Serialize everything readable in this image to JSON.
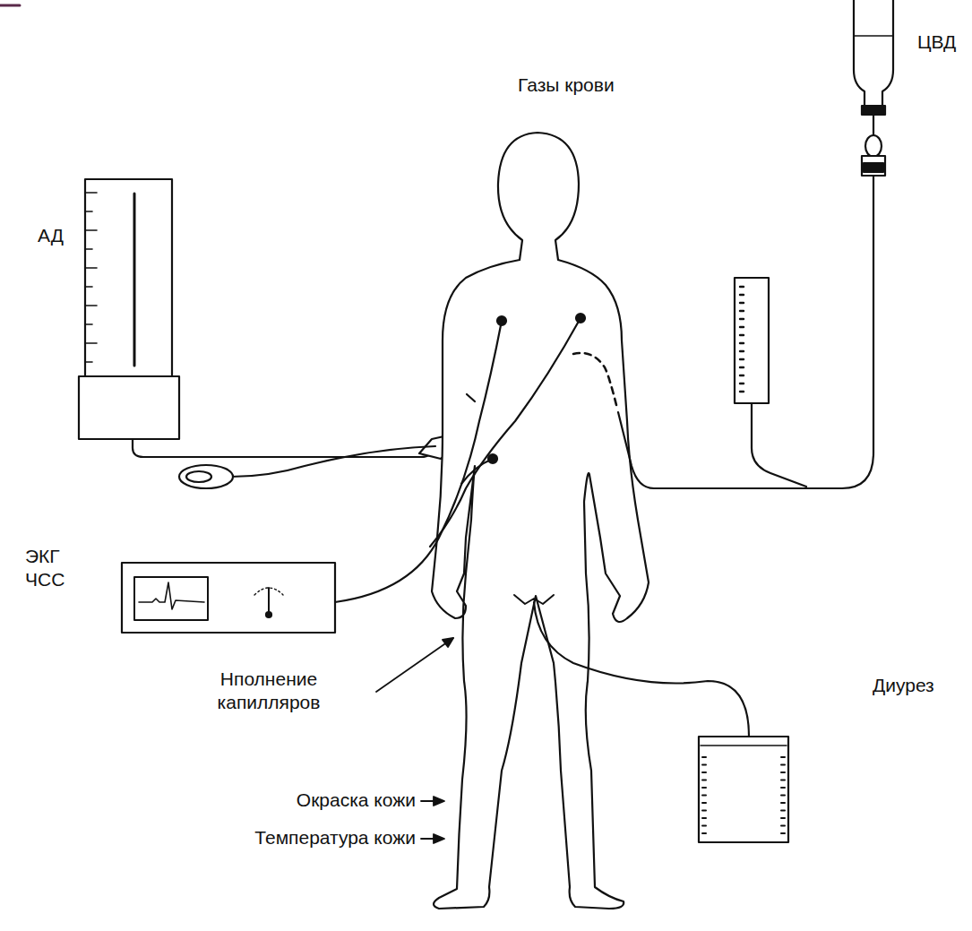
{
  "diagram": {
    "labels": [
      "Газы крови",
      "ЦВД",
      "АД",
      "ЭКГ",
      "ЧСС",
      "Нполнение капилляров",
      "Диурез",
      "Окраска кожи",
      "Температура кожи"
    ]
  }
}
